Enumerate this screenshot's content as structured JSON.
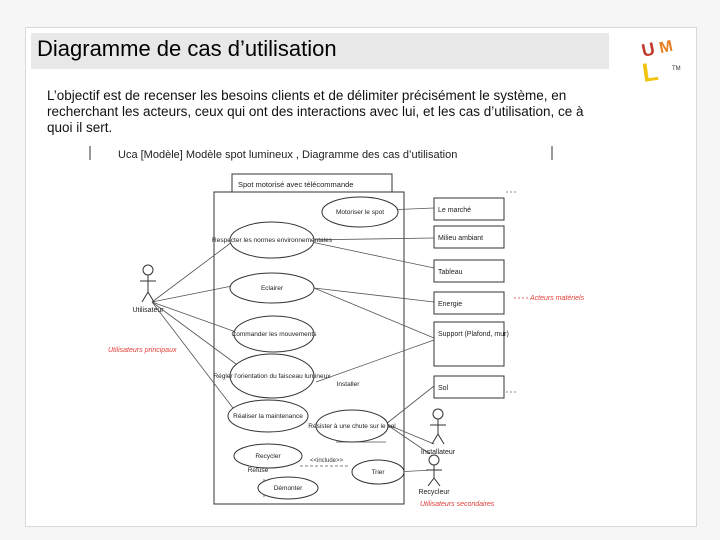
{
  "slide": {
    "title": "Diagramme de cas d’utilisation",
    "paragraph": "L’objectif est de recenser les besoins clients et de délimiter précisément le système, en recherchant les acteurs, ceux qui ont des interactions avec lui, et les cas d’utilisation, ce à quoi il sert.",
    "logo_letters": "UML"
  },
  "diagram": {
    "header": "Uca [Modèle] Modèle spot lumineux , Diagramme des cas d’utilisation",
    "system_name": "Spot motorisé avec télécommande",
    "use_cases": {
      "motoriser": "Motoriser le spot",
      "respecter": "Respecter les normes environnementales",
      "eclairer": "Eclairer",
      "commander": "Commander les mouvements",
      "regler": "Régler l’orientation du faisceau lumineux",
      "realiser": "Réaliser la maintenance",
      "recycler": "Recycler",
      "refuser": "Résister à une chute sur le sol",
      "refuse": "Refuse",
      "trier": "Trier",
      "demonter": "Démonter",
      "installer": "Installer"
    },
    "actors_right": {
      "marche": "Le marché",
      "milieu": "Milieu ambiant",
      "tableau": "Tableau",
      "energie": "Energie",
      "support": "Support (Plafond, mur)",
      "sol": "Sol"
    },
    "actors_people": {
      "utilisateur": "Utilisateur",
      "installateur": "Installateur",
      "recycleur": "Recycleur"
    },
    "labels": {
      "primary": "Utilisateurs principaux",
      "secondary": "Utilisateurs secondaires",
      "material": "Acteurs matériels",
      "include": "<<include>>"
    },
    "colors": {
      "annotation": "#e0403a",
      "line": "#333333"
    }
  }
}
